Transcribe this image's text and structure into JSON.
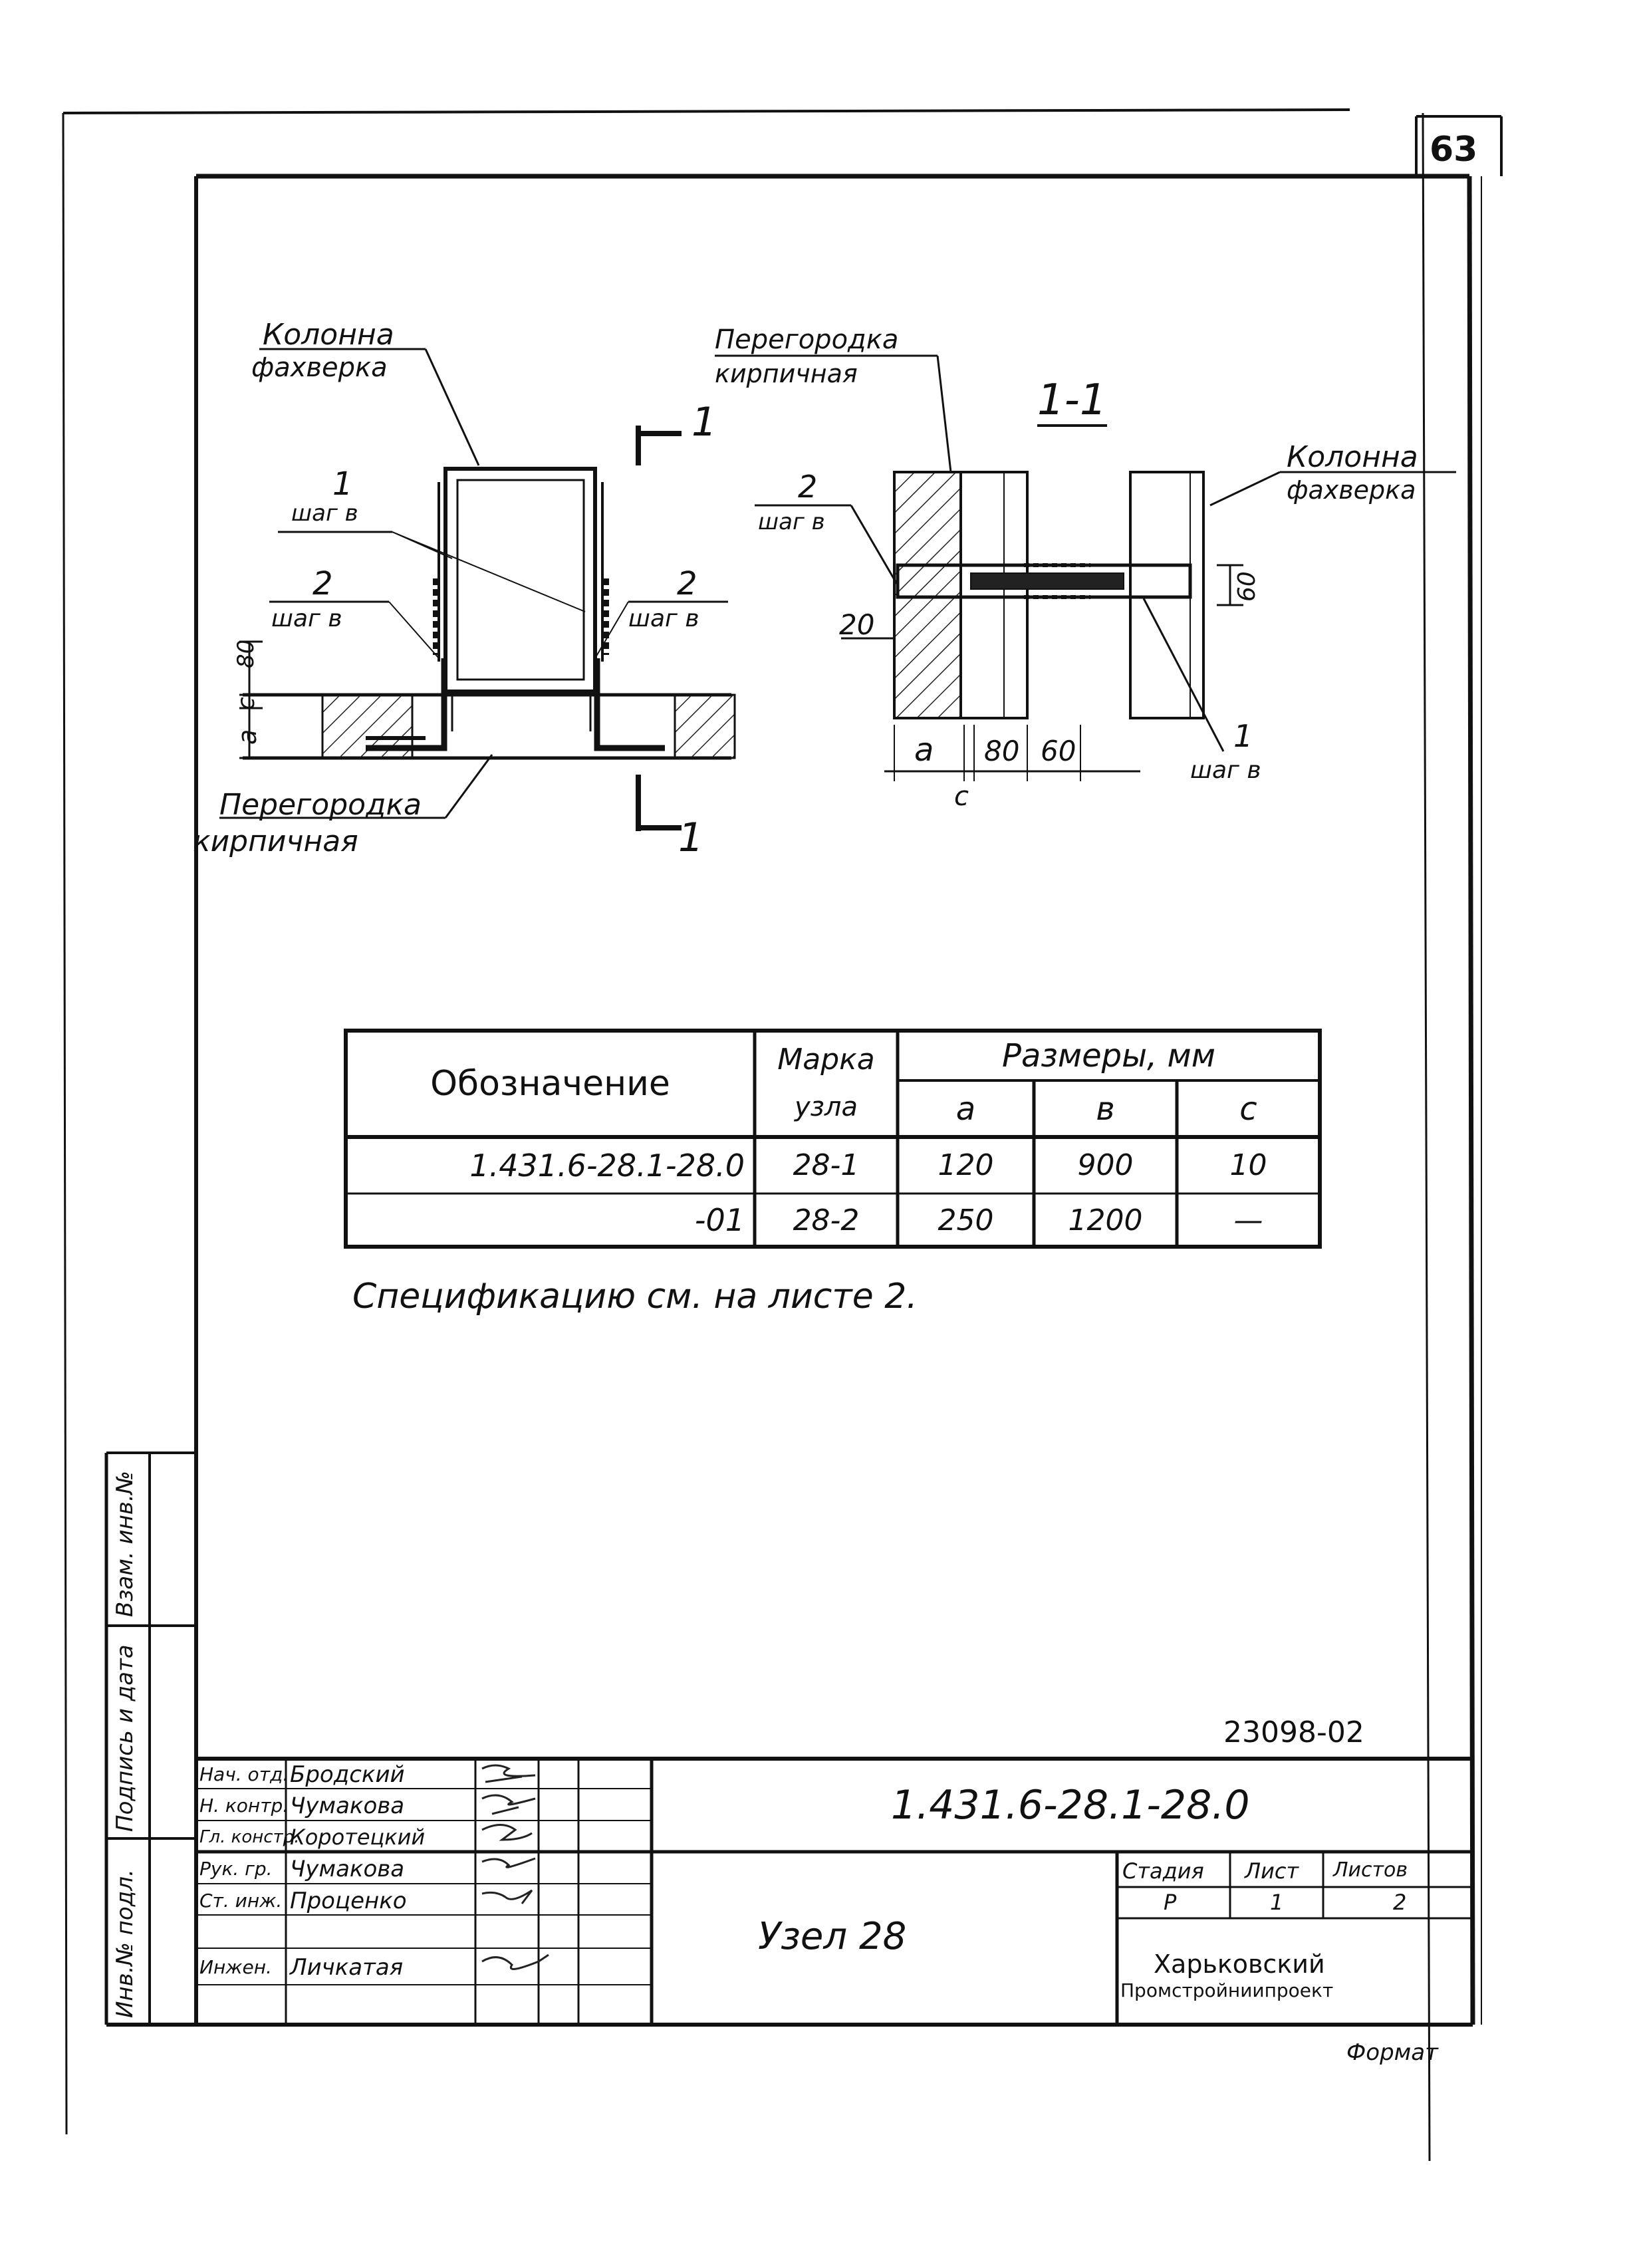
{
  "sheet": {
    "page_number": "63",
    "archive_number": "23098-02"
  },
  "plan_view": {
    "column_label_l1": "Колонна",
    "column_label_l2": "фахверка",
    "partition_label_l1": "Перегородка",
    "partition_label_l2": "кирпичная",
    "anchor1_label": "1",
    "anchor1_step": "шаг в",
    "anchor2_left_label": "2",
    "anchor2_left_step": "шаг в",
    "anchor2_right_label": "2",
    "anchor2_right_step": "шаг в",
    "dim_80": "80",
    "dim_c": "с",
    "dim_a": "а",
    "section_mark_top": "1",
    "section_mark_bottom": "1"
  },
  "section_view": {
    "title": "1-1",
    "partition_label_l1": "Перегородка",
    "partition_label_l2": "кирпичная",
    "column_label_l1": "Колонна",
    "column_label_l2": "фахверка",
    "anchor2_label": "2",
    "anchor2_step": "шаг в",
    "anchor1_label": "1",
    "anchor1_step": "шаг в",
    "dim_20": "20",
    "dim_60_vert": "60",
    "dim_a": "а",
    "dim_80": "80",
    "dim_60": "60",
    "dim_c": "с"
  },
  "dimensions_table": {
    "header_designation": "Обозначение",
    "header_mark_l1": "Марка",
    "header_mark_l2": "узла",
    "header_sizes": "Размеры, мм",
    "subheaders": [
      "а",
      "в",
      "с"
    ],
    "rows": [
      {
        "designation": "1.431.6-28.1-28.0",
        "mark": "28-1",
        "a": "120",
        "b": "900",
        "c": "10"
      },
      {
        "designation": "-01",
        "mark": "28-2",
        "a": "250",
        "b": "1200",
        "c": "—"
      }
    ]
  },
  "note": "Спецификацию см. на листе 2.",
  "side_stamp": {
    "inv_original": "Инв.№ подл.",
    "signature_date": "Подпись и дата",
    "replaces_inv": "Взам. инв.№"
  },
  "title_block": {
    "document_code": "1.431.6-28.1-28.0",
    "drawing_title": "Узел 28",
    "stage_header": "Стадия",
    "sheet_header": "Лист",
    "sheets_header": "Листов",
    "stage_value": "Р",
    "sheet_value": "1",
    "sheets_value": "2",
    "organization_l1": "Харьковский",
    "organization_l2": "Промстройниипроект",
    "format_label": "Формат",
    "staff": [
      {
        "role": "Нач. отд.",
        "name": "Бродский"
      },
      {
        "role": "Н. контр.",
        "name": "Чумакова"
      },
      {
        "role": "Гл. констр.",
        "name": "Коротецкий"
      },
      {
        "role": "Рук. гр.",
        "name": "Чумакова"
      },
      {
        "role": "Ст. инж.",
        "name": "Проценко"
      },
      {
        "role": "",
        "name": ""
      },
      {
        "role": "Инжен.",
        "name": "Личкатая"
      }
    ]
  }
}
